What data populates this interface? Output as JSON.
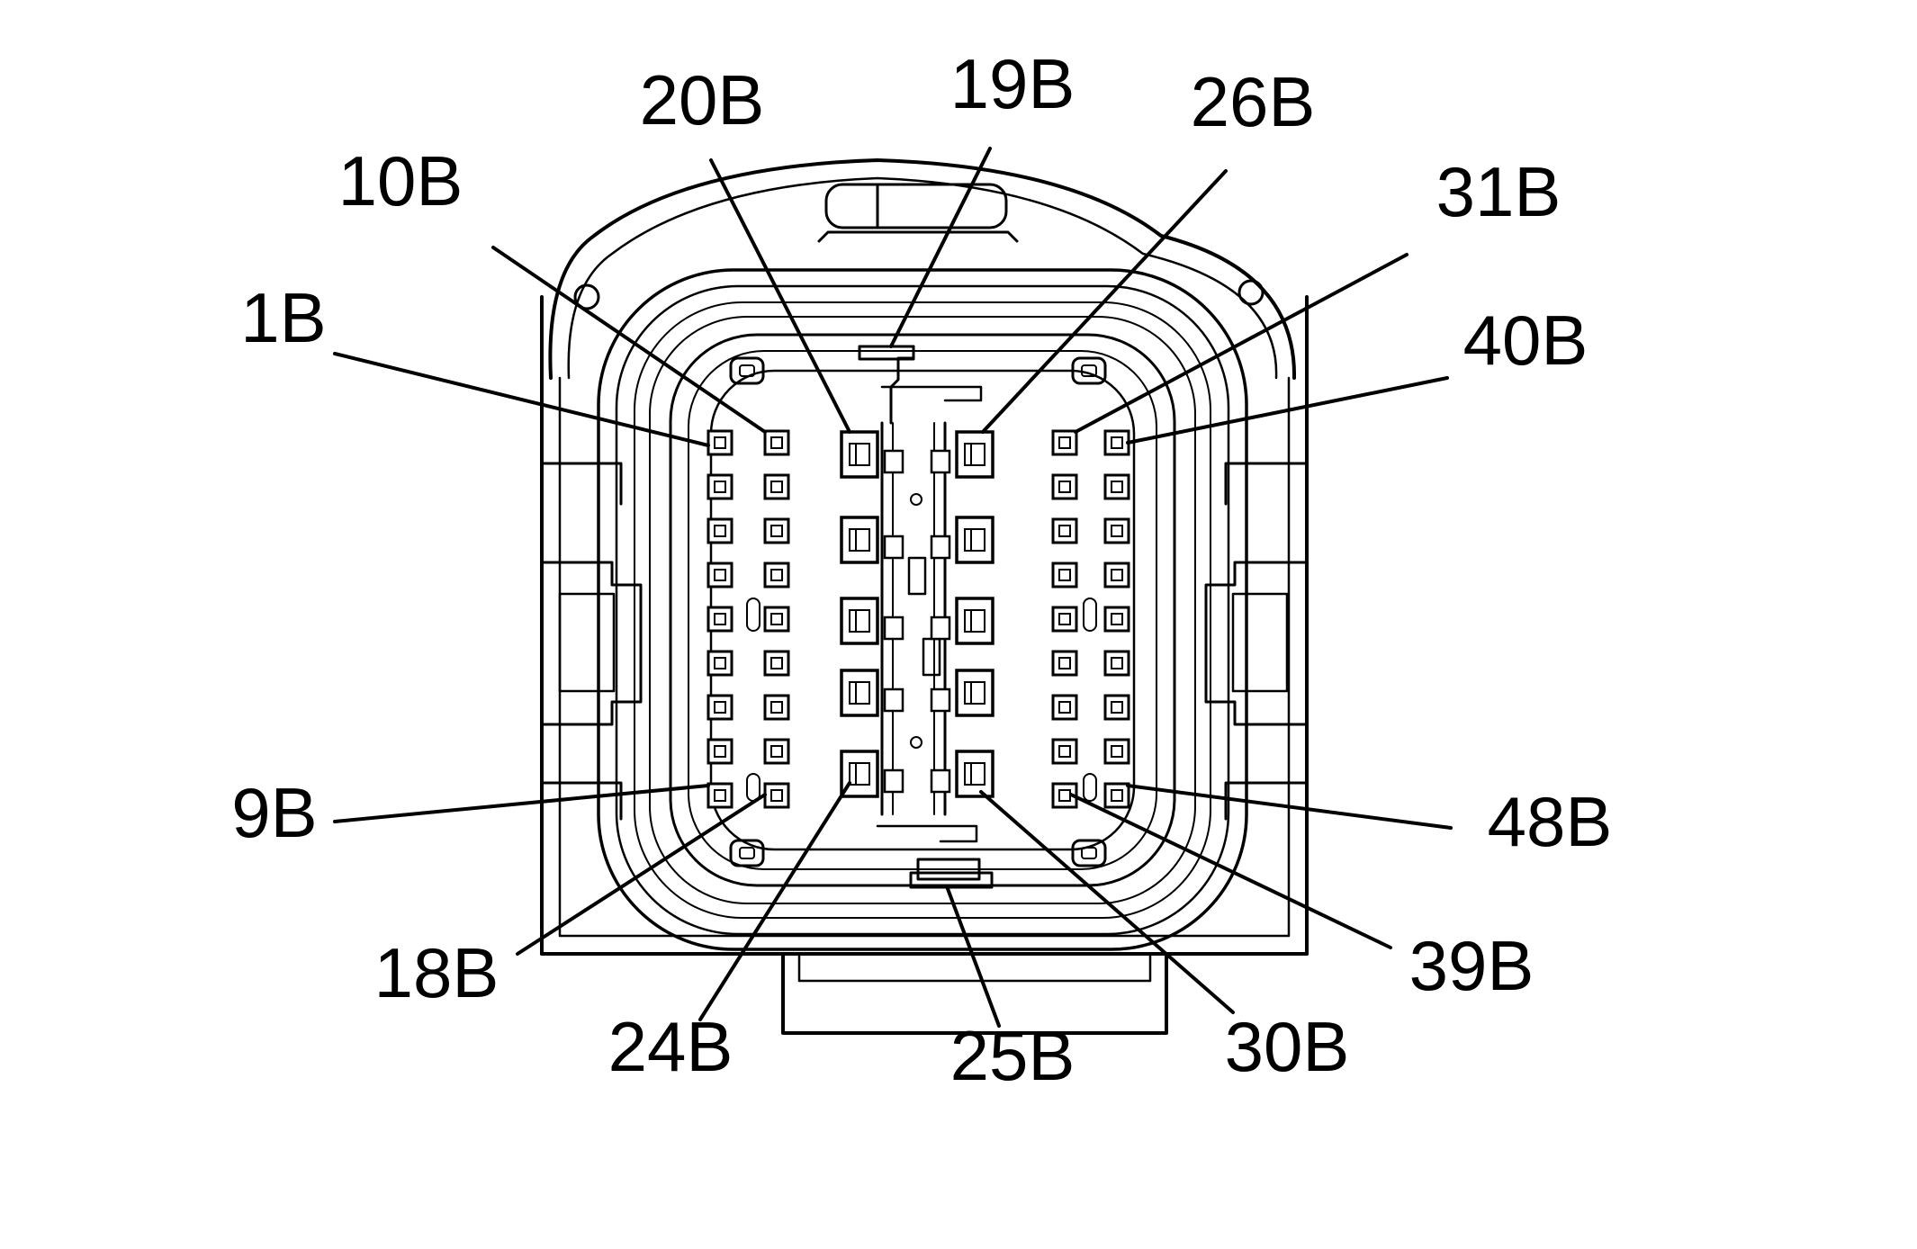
{
  "diagram": {
    "colors": {
      "ink": "#000000",
      "background": "#ffffff"
    },
    "labels": {
      "1B": "1B",
      "10B": "10B",
      "20B": "20B",
      "19B": "19B",
      "26B": "26B",
      "31B": "31B",
      "40B": "40B",
      "9B": "9B",
      "18B": "18B",
      "24B": "24B",
      "25B": "25B",
      "30B": "30B",
      "39B": "39B",
      "48B": "48B"
    }
  }
}
